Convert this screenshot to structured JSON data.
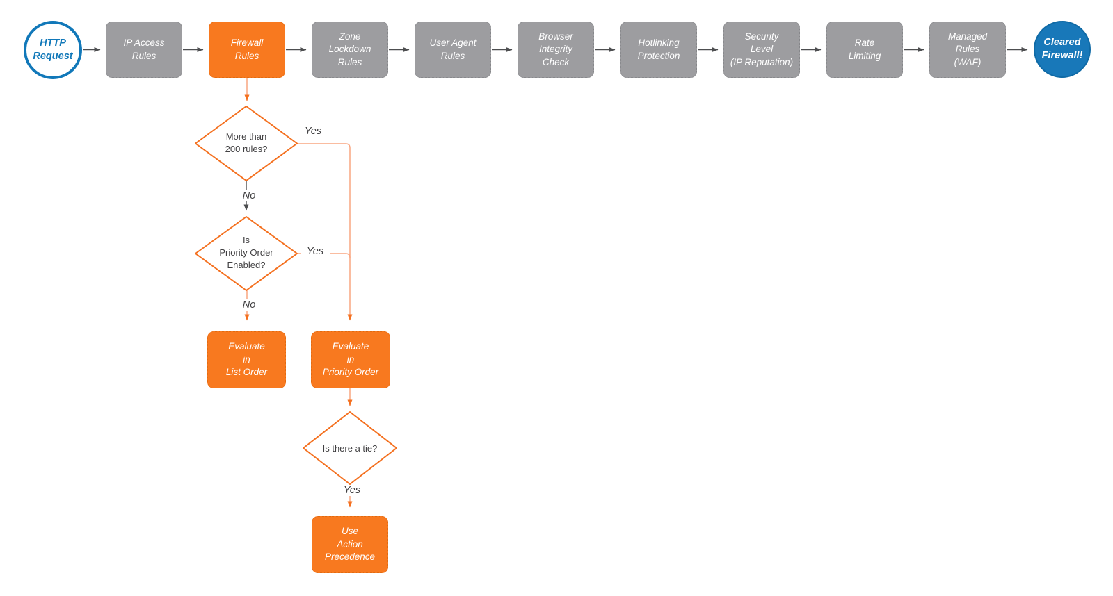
{
  "diagram": {
    "title_hint": "HTTP request firewall evaluation flowchart",
    "start": {
      "label": "HTTP\nRequest"
    },
    "pipeline": [
      {
        "label": "IP Access\nRules",
        "variant": "gray"
      },
      {
        "label": "Firewall\nRules",
        "variant": "orange"
      },
      {
        "label": "Zone\nLockdown\nRules",
        "variant": "gray"
      },
      {
        "label": "User Agent\nRules",
        "variant": "gray"
      },
      {
        "label": "Browser\nIntegrity\nCheck",
        "variant": "gray"
      },
      {
        "label": "Hotlinking\nProtection",
        "variant": "gray"
      },
      {
        "label": "Security\nLevel\n(IP Reputation)",
        "variant": "gray"
      },
      {
        "label": "Rate\nLimiting",
        "variant": "gray"
      },
      {
        "label": "Managed\nRules\n(WAF)",
        "variant": "gray"
      }
    ],
    "end": {
      "label": "Cleared\nFirewall!"
    },
    "decisions": [
      {
        "label": "More than\n200 rules?"
      },
      {
        "label": "Is\nPriority Order\nEnabled?"
      },
      {
        "label": "Is there a tie?"
      }
    ],
    "processes": [
      {
        "label": "Evaluate\nin\nList Order"
      },
      {
        "label": "Evaluate\nin\nPriority Order"
      },
      {
        "label": "Use\nAction\nPrecedence"
      }
    ],
    "edge_labels": {
      "more_than_200_yes": "Yes",
      "more_than_200_no": "No",
      "priority_enabled_yes": "Yes",
      "priority_enabled_no": "No",
      "tie_yes": "Yes"
    },
    "colors": {
      "orange": "#f8791f",
      "orange_line": "#f9a580",
      "gray_node": "#9d9da0",
      "blue": "#1178b9",
      "arrow_dark": "#4d4e50",
      "text_dark": "#414042"
    }
  }
}
